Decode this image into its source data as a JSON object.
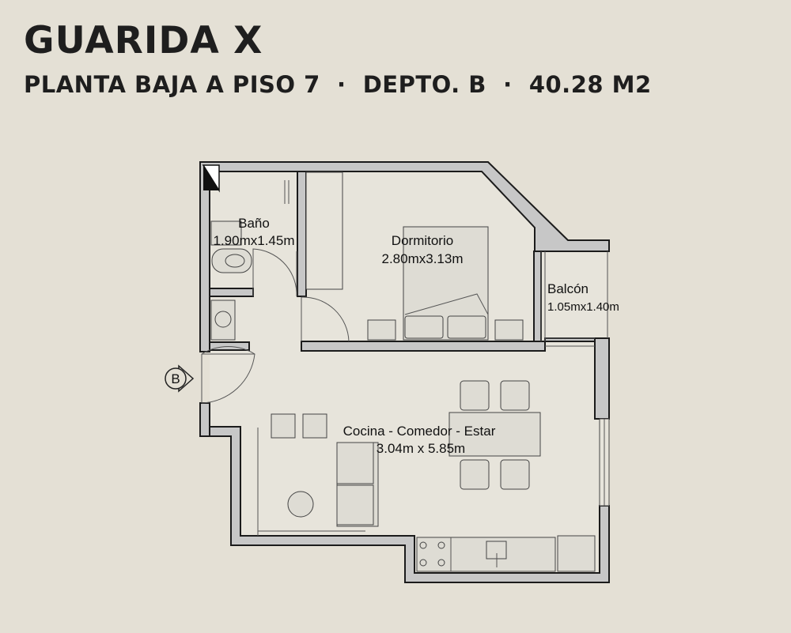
{
  "header": {
    "title": "GUARIDA X",
    "subtitle": {
      "floors": "PLANTA BAJA A PISO 7",
      "separator": "·",
      "unit": "DEPTO. B",
      "area": "40.28 M2"
    }
  },
  "rooms": {
    "bano": {
      "name": "Baño",
      "dims": "1.90mx1.45m"
    },
    "dormitorio": {
      "name": "Dormitorio",
      "dims": "2.80mx3.13m"
    },
    "balcon": {
      "name": "Balcón",
      "dims": "1.05mx1.40m"
    },
    "cocina": {
      "name": "Cocina - Comedor - Estar",
      "dims": "3.04m x 5.85m"
    }
  },
  "entrance_marker": "B",
  "colors": {
    "background": "#e4e0d5",
    "wall_fill": "#c7c7c7",
    "line": "#1b1b1b"
  }
}
